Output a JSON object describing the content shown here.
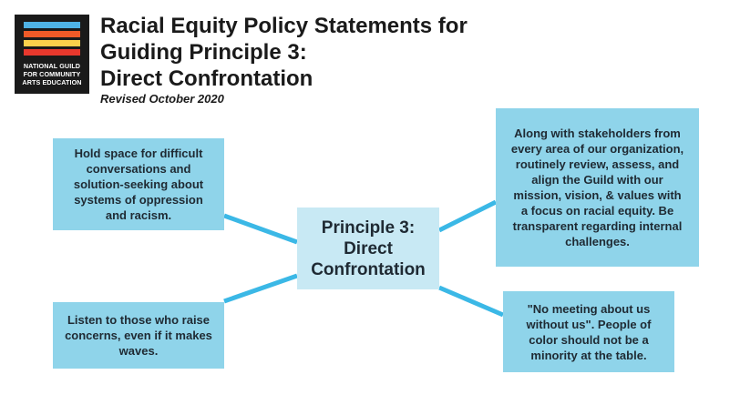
{
  "logo": {
    "lines": [
      "NATIONAL GUILD",
      "FOR COMMUNITY",
      "ARTS EDUCATION"
    ],
    "colors": [
      "#4fb3e6",
      "#f05a28",
      "#fbd14b",
      "#e8382d"
    ]
  },
  "title": {
    "line1": "Racial Equity Policy Statements for",
    "line2": "Guiding Principle 3:",
    "line3": "Direct Confrontation"
  },
  "subtitle": "Revised October 2020",
  "diagram": {
    "center": {
      "line1": "Principle 3:",
      "line2": "Direct",
      "line3": "Confrontation"
    },
    "nodes": {
      "top_left": "Hold space for difficult conversations and solution-seeking about systems of oppression and racism.",
      "bottom_left": "Listen to those who raise concerns, even if it makes waves.",
      "top_right": "Along with stakeholders from every area of our organization, routinely review, assess, and align the Guild with our mission, vision, & values with a focus on racial equity. Be transparent regarding internal challenges.",
      "bottom_right": "\"No meeting about us without us\". People of color should not be a minority at the table."
    },
    "colors": {
      "node_fill": "#8fd4ea",
      "center_fill": "#c8e9f4",
      "connector": "#3bb8e6"
    }
  }
}
